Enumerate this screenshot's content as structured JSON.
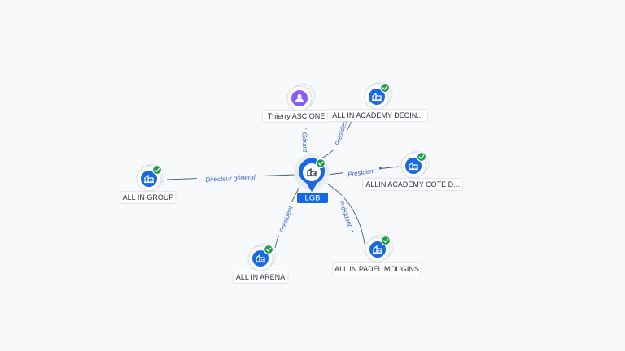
{
  "diagram": {
    "center": {
      "label": "LGB",
      "icon": "company-icon",
      "status": "verified-check-icon"
    },
    "nodes": [
      {
        "id": "thierry",
        "label": "Thierry ASCIONE",
        "kind": "person",
        "icon": "person-icon",
        "verified": false
      },
      {
        "id": "academy_decines",
        "label": "ALL IN ACADEMY DECIN...",
        "kind": "company",
        "icon": "company-icon",
        "verified": true
      },
      {
        "id": "academy_cote",
        "label": "ALLIN ACADEMY COTE D...",
        "kind": "company",
        "icon": "company-icon",
        "verified": true
      },
      {
        "id": "padel_mougins",
        "label": "ALL IN PADEL MOUGINS",
        "kind": "company",
        "icon": "company-icon",
        "verified": true
      },
      {
        "id": "arena",
        "label": "ALL IN ARENA",
        "kind": "company",
        "icon": "company-icon",
        "verified": true
      },
      {
        "id": "group",
        "label": "ALL IN GROUP",
        "kind": "company",
        "icon": "company-icon",
        "verified": true
      }
    ],
    "edges": [
      {
        "to": "thierry",
        "label": "Gérant"
      },
      {
        "to": "academy_decines",
        "label": "Président"
      },
      {
        "to": "academy_cote",
        "label": "Président"
      },
      {
        "to": "padel_mougins",
        "label": "Président"
      },
      {
        "to": "arena",
        "label": "Président"
      },
      {
        "to": "group",
        "label": "Directeur général"
      }
    ],
    "colors": {
      "accent": "#1668e3",
      "person": "#8a5cf6",
      "verified": "#1e9e4a",
      "edge": "#4a5d73",
      "edge_label": "#3d63c9"
    }
  }
}
